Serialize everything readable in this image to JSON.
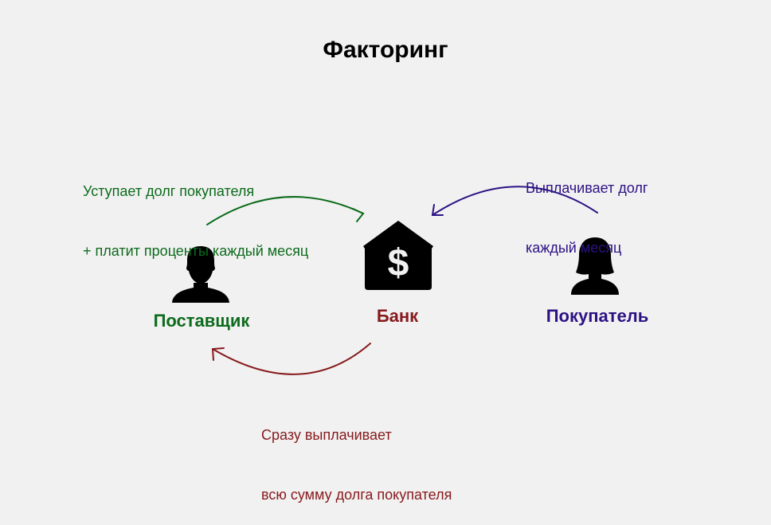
{
  "title": "Факторинг",
  "colors": {
    "supplier": "#0d6b1c",
    "bank": "#871a1d",
    "buyer": "#2c1284"
  },
  "nodes": {
    "supplier": {
      "label": "Поставщик",
      "icon": "person-icon"
    },
    "bank": {
      "label": "Банк",
      "icon": "bank-dollar-icon"
    },
    "buyer": {
      "label": "Покупатель",
      "icon": "woman-icon"
    }
  },
  "edges": {
    "supplier_to_bank": {
      "line1": "Уступает долг покупателя",
      "line2": "+ платит проценты каждый месяц"
    },
    "buyer_to_bank": {
      "line1": "Выплачивает долг",
      "line2": "каждый месяц"
    },
    "bank_to_supplier": {
      "line1": "Сразу выплачивает",
      "line2": "всю сумму долга покупателя"
    }
  }
}
